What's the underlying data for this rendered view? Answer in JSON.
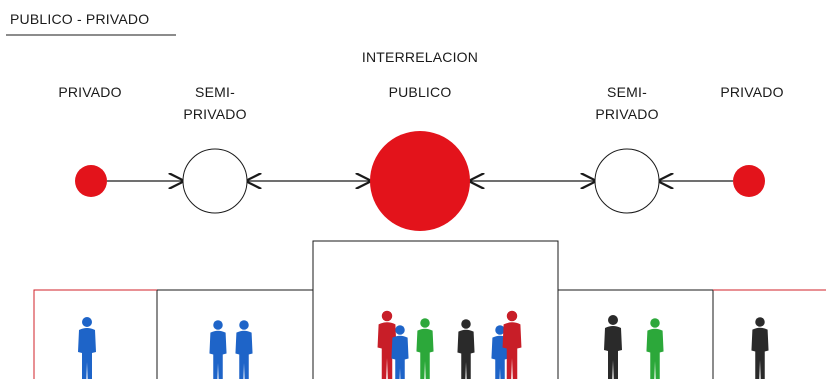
{
  "header": {
    "title": "PUBLICO - PRIVADO"
  },
  "diagram": {
    "heading": "INTERRELACION",
    "nodes": [
      {
        "label": "PRIVADO",
        "kind": "private"
      },
      {
        "label_line1": "SEMI-",
        "label_line2": "PRIVADO",
        "kind": "semi-private"
      },
      {
        "label": "PUBLICO",
        "kind": "public"
      },
      {
        "label_line1": "SEMI-",
        "label_line2": "PRIVADO",
        "kind": "semi-private"
      },
      {
        "label": "PRIVADO",
        "kind": "private"
      }
    ],
    "connections": [
      {
        "from": 0,
        "to": 1,
        "direction": "one-way"
      },
      {
        "from": 1,
        "to": 2,
        "direction": "two-way"
      },
      {
        "from": 2,
        "to": 3,
        "direction": "two-way"
      },
      {
        "from": 4,
        "to": 3,
        "direction": "one-way"
      }
    ]
  },
  "zones": [
    {
      "people": [
        "blue"
      ]
    },
    {
      "people": [
        "blue",
        "blue"
      ]
    },
    {
      "people": [
        "red",
        "blue",
        "green",
        "dark",
        "blue",
        "red"
      ]
    },
    {
      "people": [
        "dark",
        "green"
      ]
    },
    {
      "people": [
        "dark"
      ]
    }
  ],
  "colors": {
    "private_fill": "#e3131b",
    "public_fill": "#e3131b",
    "semi_fill": "#ffffff",
    "line": "#1a1a1a",
    "private_border": "#d0202a",
    "blue": "#1e64c8",
    "red": "#c81e28",
    "green": "#2ca83a",
    "dark": "#2a2a2a"
  }
}
